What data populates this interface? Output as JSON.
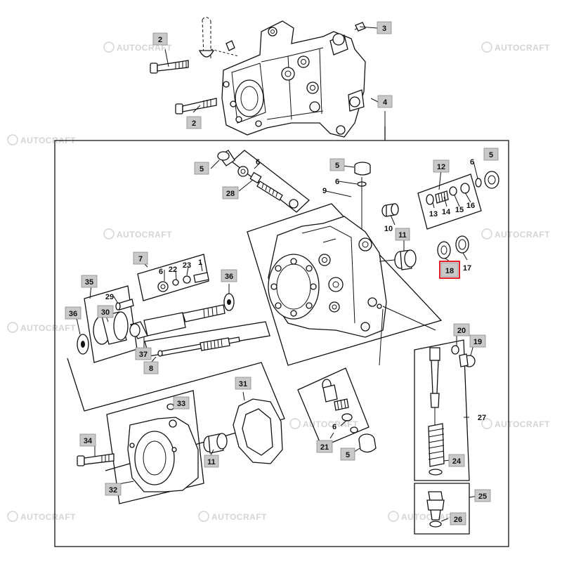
{
  "watermark": {
    "text": "AUTOCRAFT"
  },
  "highlight_color": "#e0202a",
  "callouts": {
    "c2a": "2",
    "c2b": "2",
    "c3": "3",
    "c4": "4",
    "c5a": "5",
    "c6a": "6",
    "c28": "28",
    "c5b": "5",
    "c6b": "6",
    "c9": "9",
    "c10": "10",
    "c11a": "11",
    "c12": "12",
    "c6c": "6",
    "c5c": "5",
    "c13": "13",
    "c14": "14",
    "c15": "15",
    "c16": "16",
    "c17": "17",
    "c18": "18",
    "c7": "7",
    "c6d": "6",
    "c22": "22",
    "c23": "23",
    "c1": "1",
    "c36a": "36",
    "c35": "35",
    "c29": "29",
    "c36b": "36",
    "c30": "30",
    "c37": "37",
    "c8": "8",
    "c20": "20",
    "c19": "19",
    "c27": "27",
    "c24": "24",
    "c25": "25",
    "c26": "26",
    "c31": "31",
    "c33": "33",
    "c34": "34",
    "c11b": "11",
    "c32": "32",
    "c6e": "6",
    "c21": "21",
    "c5d": "5"
  }
}
